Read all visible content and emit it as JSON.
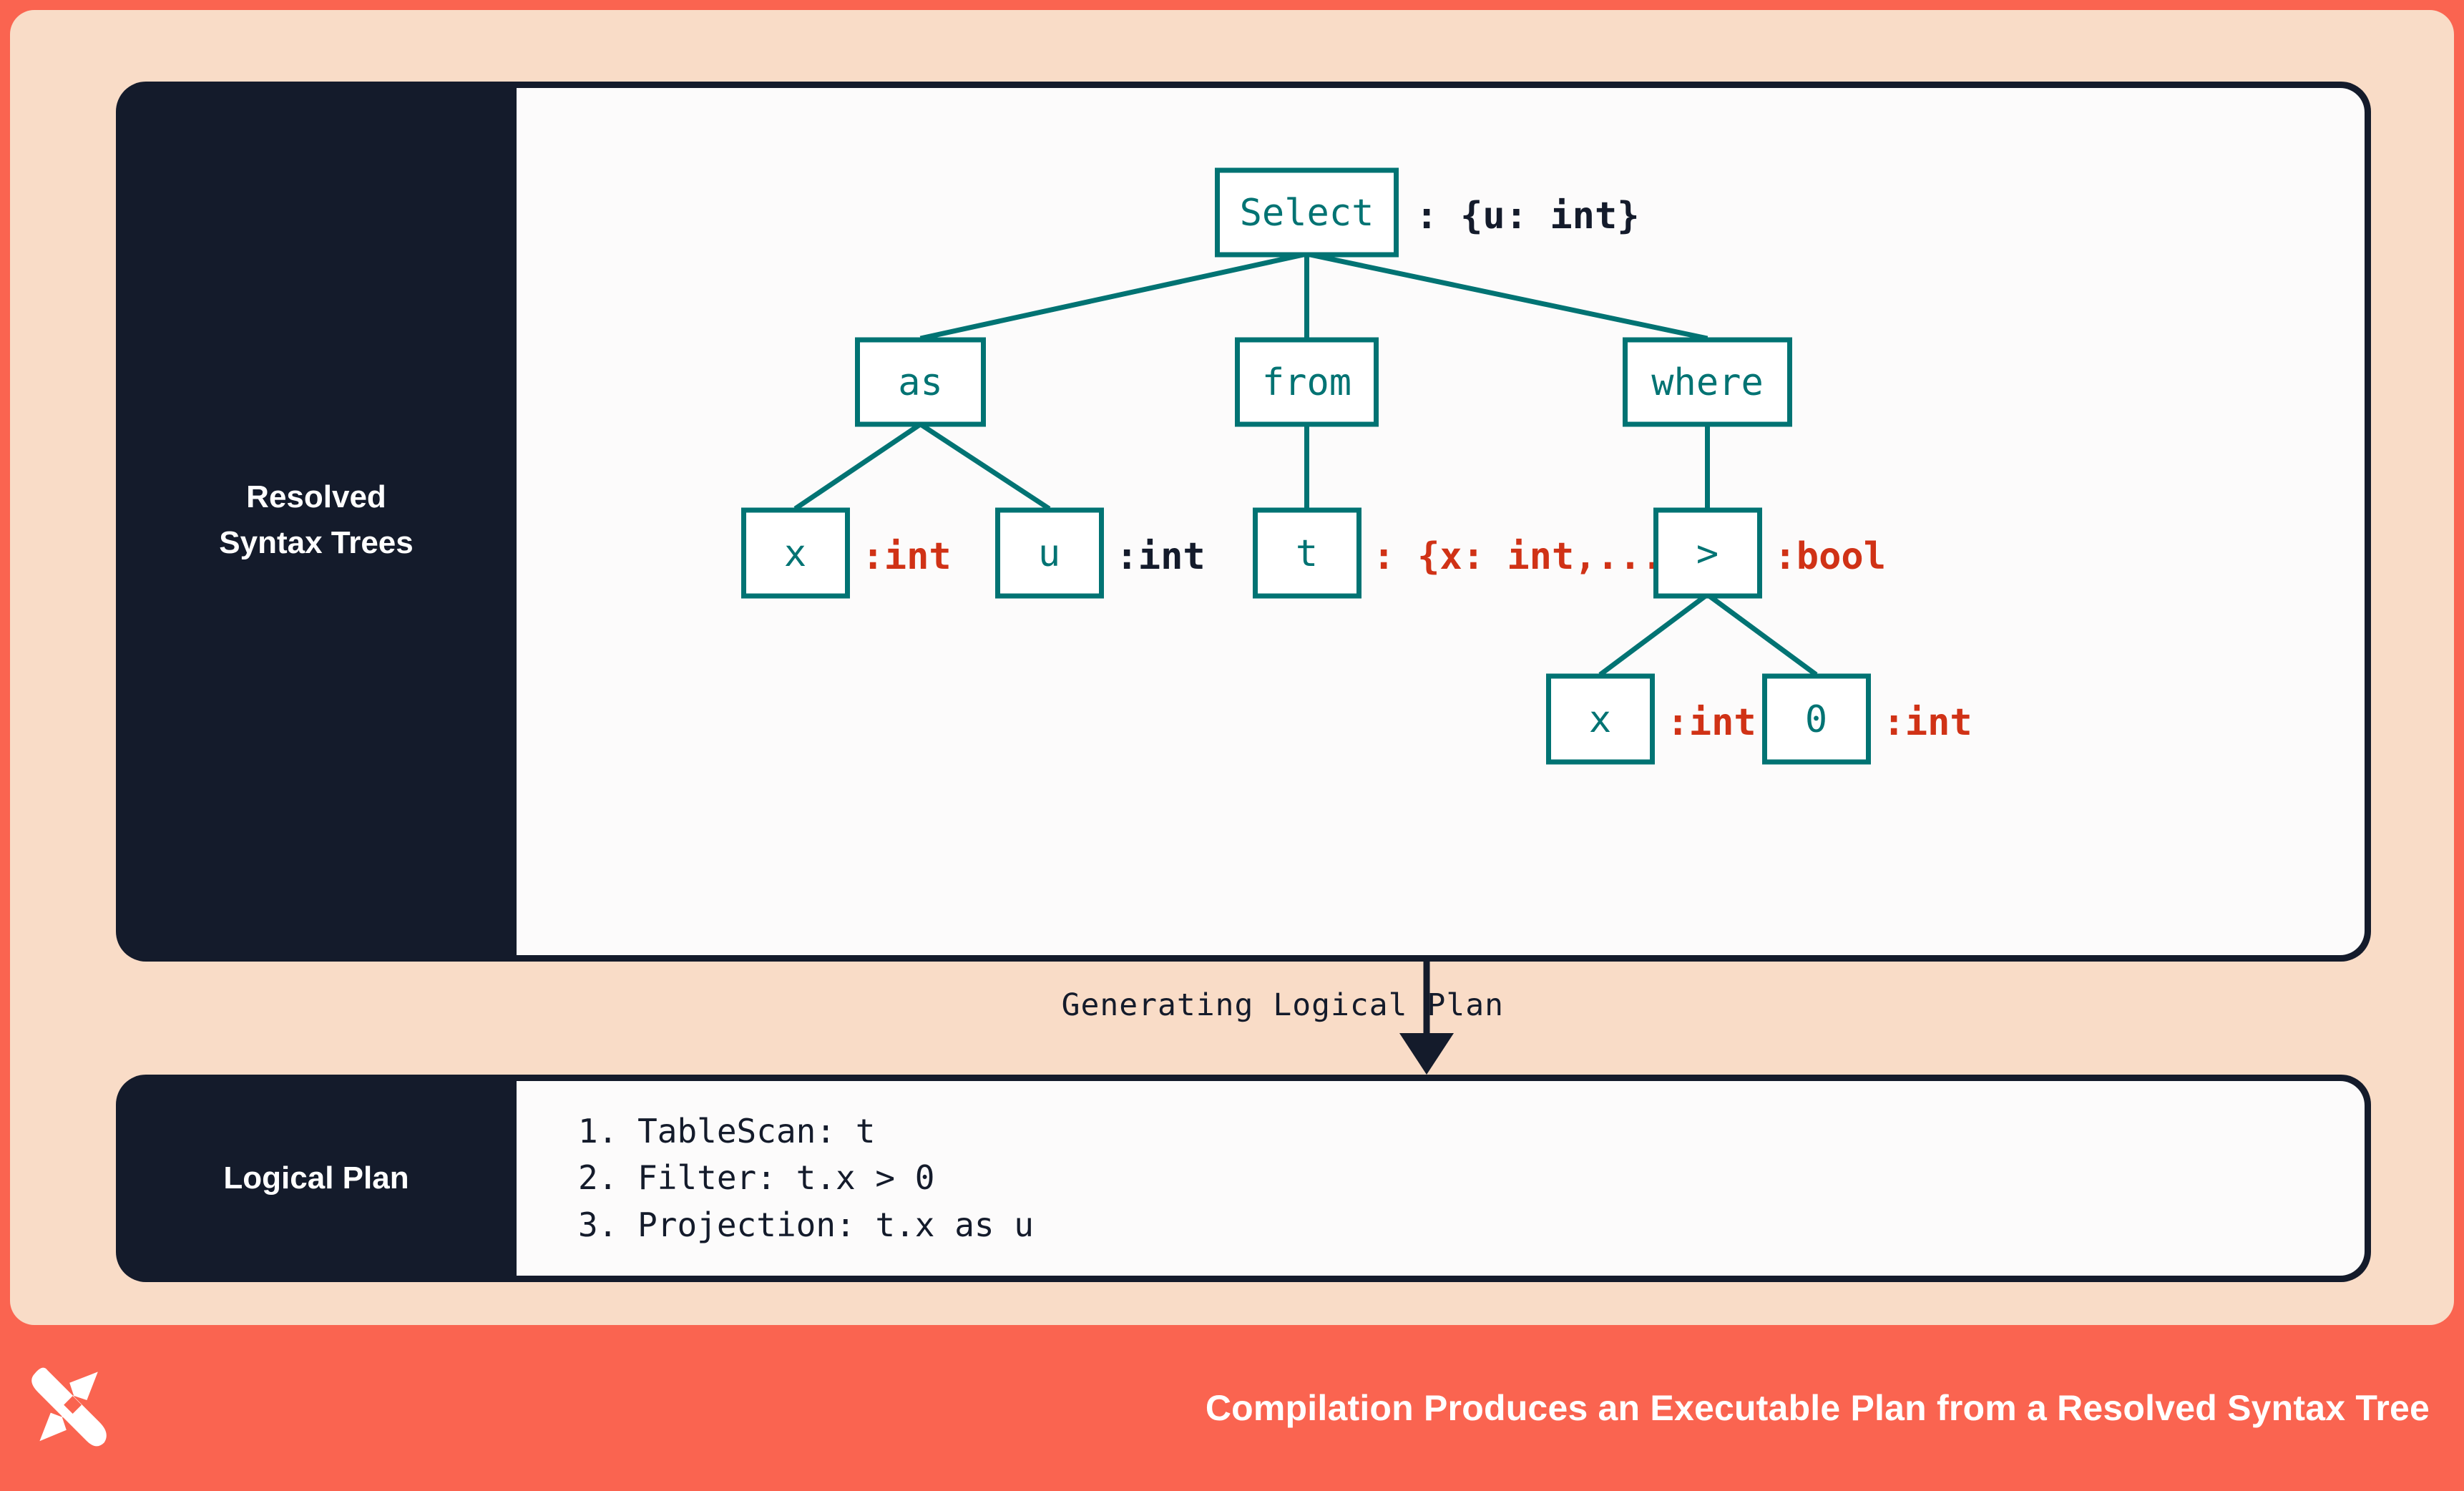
{
  "theme": {
    "frame_color": "#FA6450",
    "page_color": "#F9DCC7",
    "panel_dark": "#141B2B",
    "panel_body": "#FCFBFB",
    "node_teal": "#017373",
    "annotation_red": "#D03216",
    "annotation_dark": "#141B2B",
    "text_white": "#FFFFFF"
  },
  "tree_panel": {
    "label": "Resolved\nSyntax Trees",
    "label_line1": "Resolved",
    "label_line2": "Syntax Trees",
    "nodes": {
      "select": {
        "label": "Select",
        "annotation": ": {u: int}",
        "annotation_color": "dark"
      },
      "as": {
        "label": "as",
        "annotation": "",
        "annotation_color": "none"
      },
      "from": {
        "label": "from",
        "annotation": "",
        "annotation_color": "none"
      },
      "where": {
        "label": "where",
        "annotation": "",
        "annotation_color": "none"
      },
      "as_x": {
        "label": "x",
        "annotation": ":int",
        "annotation_color": "red"
      },
      "as_u": {
        "label": "u",
        "annotation": ":int",
        "annotation_color": "dark"
      },
      "from_t": {
        "label": "t",
        "annotation": ": {x: int,...}",
        "annotation_color": "red"
      },
      "gt": {
        "label": ">",
        "annotation": ":bool",
        "annotation_color": "red"
      },
      "gt_x": {
        "label": "x",
        "annotation": ":int",
        "annotation_color": "red"
      },
      "gt_zero": {
        "label": "0",
        "annotation": ":int",
        "annotation_color": "red"
      }
    },
    "edges": [
      [
        "select",
        "as"
      ],
      [
        "select",
        "from"
      ],
      [
        "select",
        "where"
      ],
      [
        "as",
        "as_x"
      ],
      [
        "as",
        "as_u"
      ],
      [
        "from",
        "from_t"
      ],
      [
        "where",
        "gt"
      ],
      [
        "gt",
        "gt_x"
      ],
      [
        "gt",
        "gt_zero"
      ]
    ]
  },
  "transition": {
    "label": "Generating Logical Plan",
    "arrow_direction": "down"
  },
  "plan_panel": {
    "label": "Logical Plan",
    "steps": [
      "1. TableScan: t",
      "2. Filter: t.x > 0",
      "3. Projection: t.x as u"
    ]
  },
  "footer": {
    "logo_name": "x-star-logo",
    "caption": "Compilation Produces an Executable Plan from a Resolved Syntax Tree"
  }
}
